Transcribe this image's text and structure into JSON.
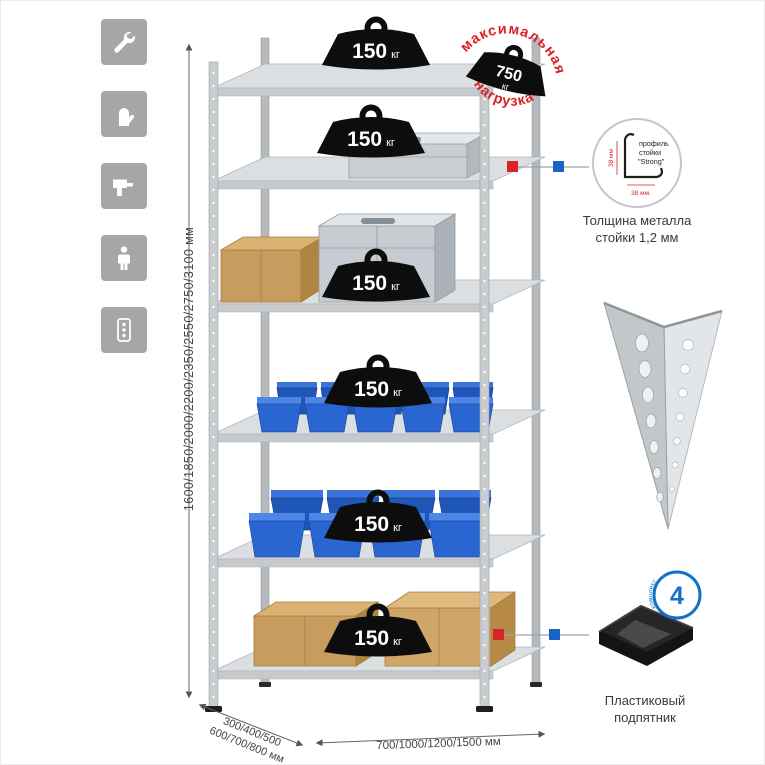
{
  "left_icons": {
    "items": [
      {
        "name": "wrench-icon"
      },
      {
        "name": "gloves-icon"
      },
      {
        "name": "drill-icon"
      },
      {
        "name": "person-icon"
      },
      {
        "name": "socket-strip-icon"
      }
    ]
  },
  "dims": {
    "height": "1600/1850/2000/2200/2350/2550/2750/3100 мм",
    "depth_line1": "300/400/500",
    "depth_line2": "600/700/800 мм",
    "width": "700/1000/1200/1500 мм"
  },
  "rack": {
    "shelf_count": 6,
    "shelf_load_value": "150",
    "shelf_load_unit": "кг"
  },
  "stamp": {
    "arc_top": "максимальная",
    "arc_bottom": "нагрузка",
    "weight_value": "750",
    "weight_unit": "кг"
  },
  "profile_callout": {
    "label_line1": "профиль",
    "label_line2": "стойки",
    "label_line3": "\"Strong\"",
    "dim_v": "38 мм",
    "dim_h": "38 мм.",
    "caption_line1": "Толщина металла",
    "caption_line2": "стойки 1,2 мм"
  },
  "foot_callout": {
    "badge_value": "4",
    "badge_text": "в комплекте",
    "caption_line1": "Пластиковый",
    "caption_line2": "подпятник"
  },
  "colors": {
    "accent_red": "#d8232a",
    "accent_blue": "#1763c6",
    "icon_gray": "#a6a6a6",
    "bin_blue": "#2a66d2",
    "shelf_gray": "#dcdfe2",
    "cardboard": "#c79c5e"
  }
}
